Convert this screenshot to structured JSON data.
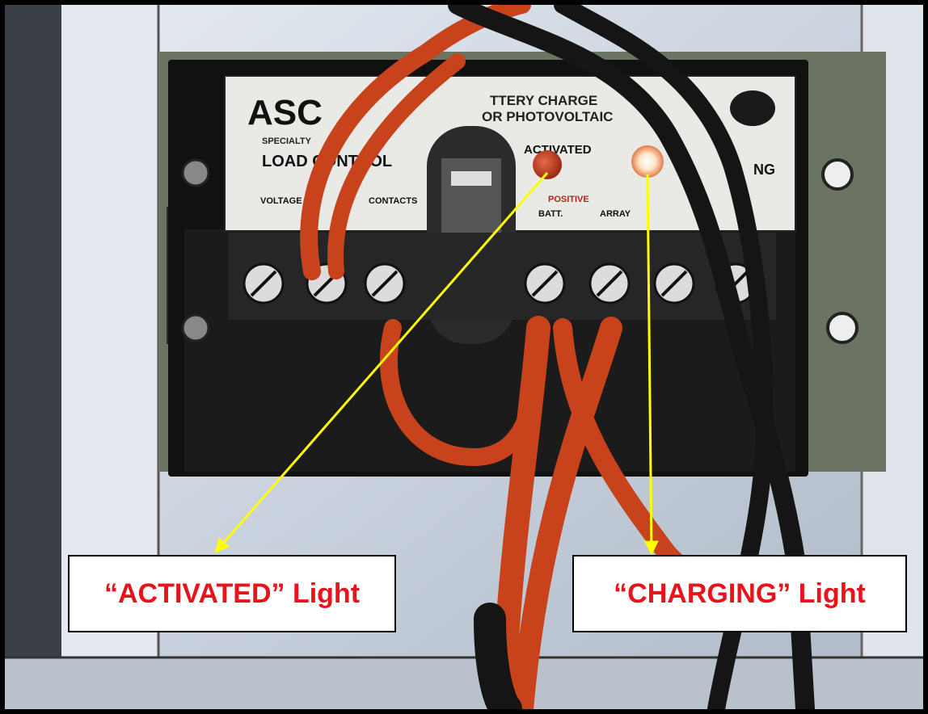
{
  "labels": {
    "brand": "ASC",
    "title_line1": "TTERY CHARGE",
    "title_line2": "OR PHOTOVOLTAIC",
    "specialty": "SPECIALTY",
    "load_control": "LOAD  CONTROL",
    "voltage": "VOLTAGE",
    "contacts": "CONTACTS",
    "activated": "ACTIVATED",
    "charging_partial": "NG",
    "positive": "POSITIVE",
    "batt": "BATT.",
    "array": "ARRAY"
  },
  "callouts": {
    "activated": "“ACTIVATED” Light",
    "charging": "“CHARGING” Light"
  },
  "colors": {
    "callout_text": "#e8141b",
    "arrow": "#ffff00",
    "activated_led": "#c0391c",
    "charging_led": "#ffe6c8"
  }
}
